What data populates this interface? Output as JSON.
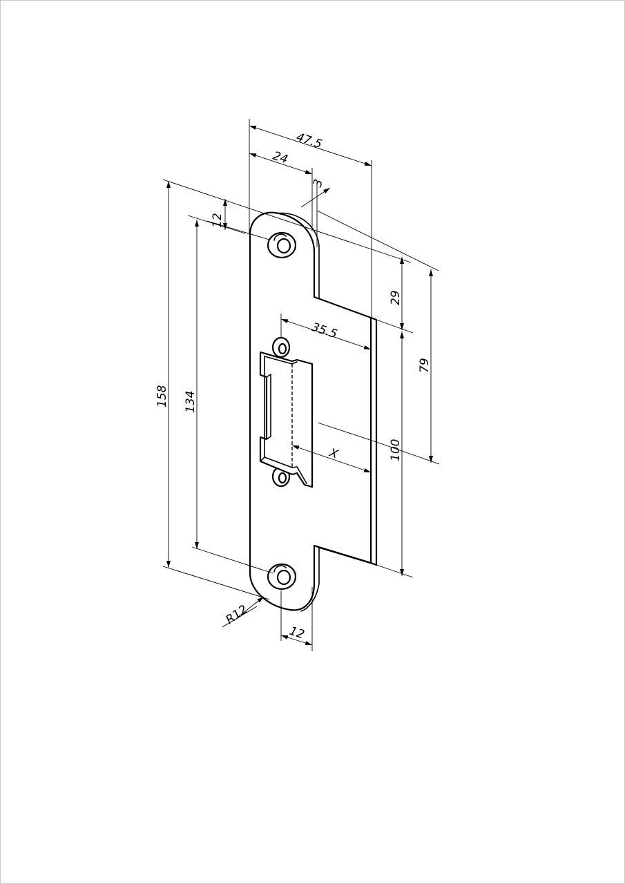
{
  "dimensions": {
    "d_47_5": "47.5",
    "d_24": "24",
    "d_3": "3",
    "d_12_top": "12",
    "d_29": "29",
    "d_79": "79",
    "d_35_5": "35.5",
    "d_158": "158",
    "d_134": "134",
    "d_100": "100",
    "d_x": "X",
    "d_r12": "R12",
    "d_12_bottom": "12"
  }
}
